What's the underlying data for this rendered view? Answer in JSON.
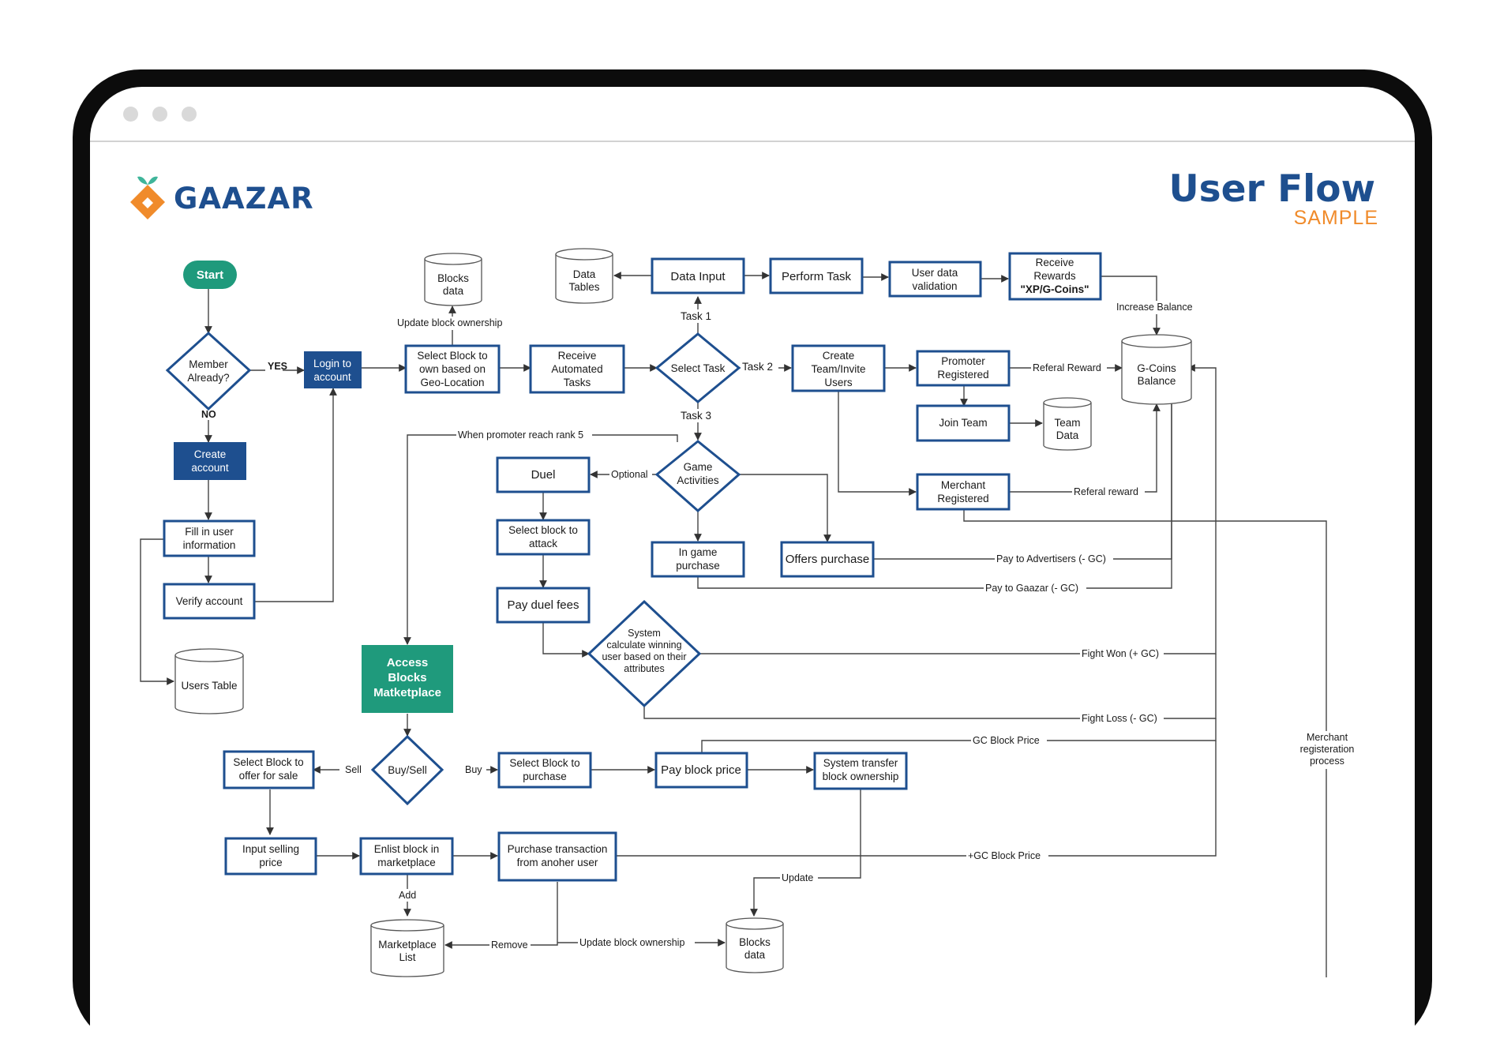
{
  "header": {
    "brand": "GAAZAR",
    "title": "User Flow",
    "subtitle": "SAMPLE"
  },
  "colors": {
    "navy": "#1e4f8f",
    "green": "#1f9a7c",
    "orange": "#f08b2b",
    "node_border": "#1e4f8f",
    "arrow": "#333333"
  },
  "icons": {
    "logo": "gaazar-logo-icon"
  },
  "nodes": {
    "start": "Start",
    "member_already": [
      "Member",
      "Already?"
    ],
    "login": [
      "Login to",
      "account"
    ],
    "create_account": [
      "Create",
      "account"
    ],
    "fill_info": [
      "Fill in user",
      "information"
    ],
    "verify": "Verify account",
    "users_table": "Users Table",
    "blocks_data_top": [
      "Blocks",
      "data"
    ],
    "select_block_geo": [
      "Select Block to",
      "own based on",
      "Geo-Location"
    ],
    "receive_tasks": [
      "Receive",
      "Automated",
      "Tasks"
    ],
    "select_task": "Select Task",
    "data_tables": [
      "Data",
      "Tables"
    ],
    "data_input": "Data Input",
    "perform_task": "Perform Task",
    "user_validation": [
      "User data",
      "validation"
    ],
    "receive_rewards_1": "Receive",
    "receive_rewards_2": "Rewards",
    "receive_rewards_3": "\"XP/G-Coins\"",
    "create_team": [
      "Create",
      "Team/Invite",
      "Users"
    ],
    "promoter": [
      "Promoter",
      "Registered"
    ],
    "join_team": "Join Team",
    "team_data": [
      "Team",
      "Data"
    ],
    "gcoins": [
      "G-Coins",
      "Balance"
    ],
    "merchant": [
      "Merchant",
      "Registered"
    ],
    "game_activities": [
      "Game",
      "Activities"
    ],
    "duel": "Duel",
    "select_attack": [
      "Select block to",
      "attack"
    ],
    "pay_duel": "Pay duel fees",
    "system_calc": [
      "System",
      "calculate winning",
      "user based on their",
      "attributes"
    ],
    "in_game": [
      "In game",
      "purchase"
    ],
    "offers": "Offers purchase",
    "marketplace": [
      "Access",
      "Blocks",
      "Matketplace"
    ],
    "buy_sell": "Buy/Sell",
    "offer_sale": [
      "Select Block to",
      "offer for sale"
    ],
    "select_purchase": [
      "Select Block to",
      "purchase"
    ],
    "pay_block": "Pay block price",
    "system_transfer": [
      "System transfer",
      "block ownership"
    ],
    "input_price": [
      "Input selling",
      "price"
    ],
    "enlist": [
      "Enlist block in",
      "marketplace"
    ],
    "purchase_tx": [
      "Purchase transaction",
      "from anoher user"
    ],
    "marketplace_list": [
      "Marketplace",
      "List"
    ],
    "blocks_data_bottom": [
      "Blocks",
      "data"
    ]
  },
  "edge_labels": {
    "yes": "YES",
    "no": "NO",
    "update_ownership_top": "Update block ownership",
    "task1": "Task 1",
    "task2": "Task 2",
    "task3": "Task 3",
    "increase_balance": "Increase Balance",
    "referal_reward_1": "Referal Reward",
    "referal_reward_2": "Referal reward",
    "rank5": "When promoter reach rank 5",
    "optional": "Optional",
    "pay_advertisers": "Pay to Advertisers (- GC)",
    "pay_gaazar": "Pay to Gaazar (- GC)",
    "fight_won": "Fight Won (+ GC)",
    "fight_loss": "Fight Loss (- GC)",
    "gc_block_price": "GC Block Price",
    "sell": "Sell",
    "buy": "Buy",
    "plus_gc_block_price": "+GC Block Price",
    "update": "Update",
    "add": "Add",
    "remove": "Remove",
    "update_ownership_bottom": "Update block ownership",
    "merchant_process": [
      "Merchant",
      "registeration",
      "process"
    ]
  }
}
